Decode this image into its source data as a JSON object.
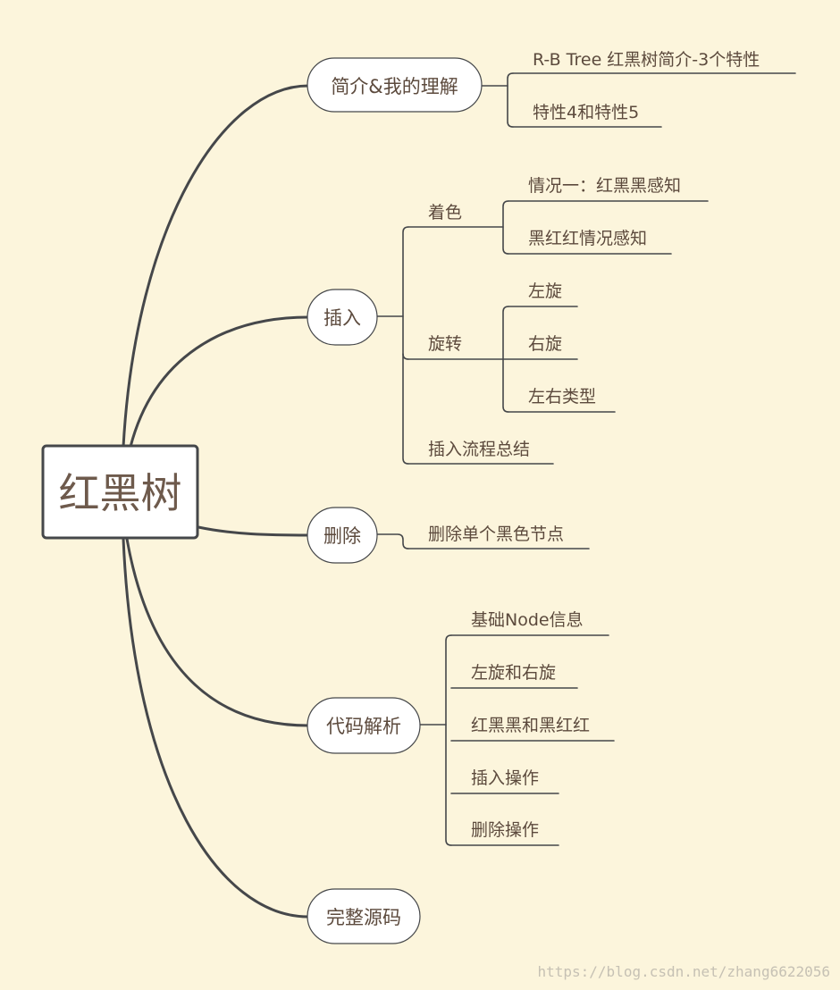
{
  "root": {
    "label": "红黑树"
  },
  "branches": [
    {
      "label": "简介&我的理解",
      "items": [
        {
          "label": "R-B Tree 红黑树简介-3个特性"
        },
        {
          "label": "特性4和特性5"
        }
      ]
    },
    {
      "label": "插入",
      "groups": [
        {
          "label": "着色",
          "items": [
            {
              "label": "情况一：红黑黑感知"
            },
            {
              "label": "黑红红情况感知"
            }
          ]
        },
        {
          "label": "旋转",
          "items": [
            {
              "label": "左旋"
            },
            {
              "label": "右旋"
            },
            {
              "label": "左右类型"
            }
          ]
        },
        {
          "label": "插入流程总结"
        }
      ]
    },
    {
      "label": "删除",
      "items": [
        {
          "label": "删除单个黑色节点"
        }
      ]
    },
    {
      "label": "代码解析",
      "items": [
        {
          "label": "基础Node信息"
        },
        {
          "label": "左旋和右旋"
        },
        {
          "label": "红黑黑和黑红红"
        },
        {
          "label": "插入操作"
        },
        {
          "label": "删除操作"
        }
      ]
    },
    {
      "label": "完整源码"
    }
  ],
  "watermark": "https://blog.csdn.net/zhang6622056"
}
